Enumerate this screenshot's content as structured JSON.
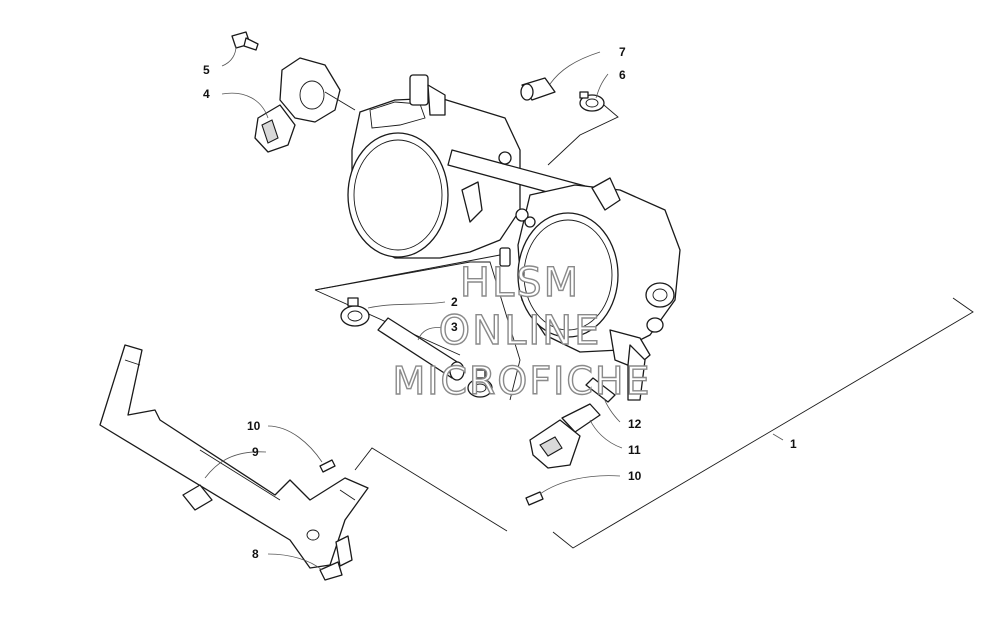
{
  "callouts": {
    "c1": "1",
    "c2": "2",
    "c3": "3",
    "c4": "4",
    "c5": "5",
    "c6": "6",
    "c7": "7",
    "c8": "8",
    "c9": "9",
    "c10a": "10",
    "c10b": "10",
    "c11": "11",
    "c12": "12"
  },
  "watermark": {
    "line1": "HLSM",
    "line2": "ONLINE",
    "line3": "MICROFICHE"
  },
  "colors": {
    "line": "#1a1a1a",
    "watermark_stroke": "#8a8a8a",
    "background": "#ffffff"
  }
}
